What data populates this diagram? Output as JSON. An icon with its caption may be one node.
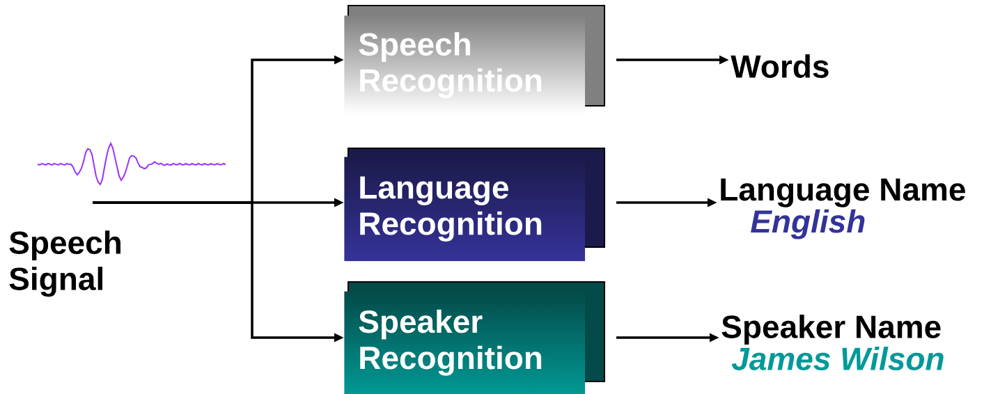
{
  "diagram": {
    "nodes": [
      {
        "text": [
          "Speech Signal"
        ]
      },
      {
        "text": [
          "Speech Recognition"
        ]
      },
      {
        "text": [
          "Language Recognition"
        ]
      },
      {
        "text": [
          "Speaker Recognition"
        ]
      },
      {
        "text": [
          "Words"
        ]
      },
      {
        "text": [
          "Language Name",
          "English"
        ]
      },
      {
        "text": [
          "Speaker Name",
          "James Wilson"
        ]
      }
    ],
    "edges": [
      {
        "from": 0,
        "to": 1,
        "arrow": "to"
      },
      {
        "from": 0,
        "to": 2,
        "arrow": "to"
      },
      {
        "from": 0,
        "to": 3,
        "arrow": "to"
      },
      {
        "from": 1,
        "to": 4,
        "arrow": "to"
      },
      {
        "from": 2,
        "to": 5,
        "arrow": "to"
      },
      {
        "from": 3,
        "to": 6,
        "arrow": "to"
      }
    ]
  }
}
